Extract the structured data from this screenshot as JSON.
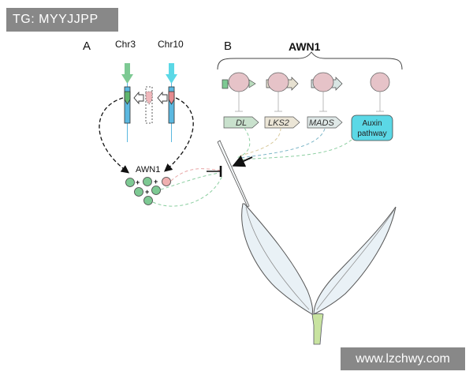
{
  "watermark_top": "TG: MYYJJPP",
  "watermark_bottom": "www.lzchwy.com",
  "panel_a": {
    "label": "A",
    "chr3": "Chr3",
    "chr10": "Chr10",
    "gene": "AWN1",
    "plus": "+"
  },
  "panel_b": {
    "label": "B",
    "title": "AWN1",
    "targets": [
      "DL",
      "LKS2",
      "MADS",
      "Auxin pathway"
    ],
    "auxin_line1": "Auxin",
    "auxin_line2": "pathway"
  },
  "colors": {
    "green": "#7dc993",
    "pink": "#efb0b0",
    "cyan": "#5bd8e6",
    "blue_chr": "#5bb8e0",
    "mauve": "#e6c3c8",
    "dashed_pink": "#e8a6a6",
    "dashed_green": "#8ccfa1",
    "dashed_blue": "#7fb7c9"
  }
}
